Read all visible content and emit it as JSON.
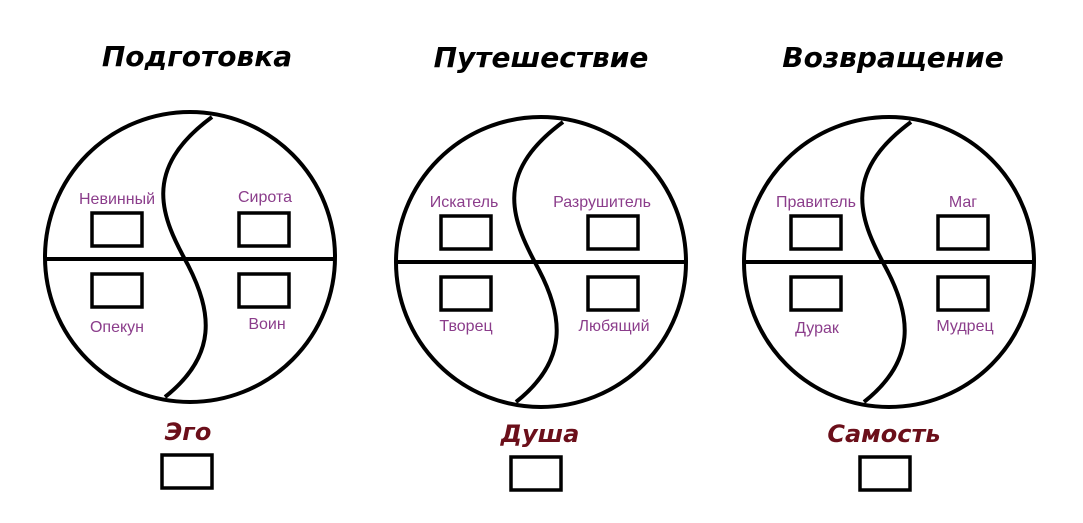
{
  "stages": [
    {
      "title": "Подготовка",
      "archetypes": {
        "top_left": "Невинный",
        "top_right": "Сирота",
        "bottom_left": "Опекун",
        "bottom_right": "Воин"
      },
      "bottom_label": "Эго"
    },
    {
      "title": "Путешествие",
      "archetypes": {
        "top_left": "Искатель",
        "top_right": "Разрушитель",
        "bottom_left": "Творец",
        "bottom_right": "Любящий"
      },
      "bottom_label": "Душа"
    },
    {
      "title": "Возвращение",
      "archetypes": {
        "top_left": "Правитель",
        "top_right": "Маг",
        "bottom_left": "Дурак",
        "bottom_right": "Мудрец"
      },
      "bottom_label": "Самость"
    }
  ],
  "colors": {
    "archetype_text": "#8b3d8b",
    "bottom_label_text": "#6b0f1a",
    "stroke": "#000000"
  }
}
